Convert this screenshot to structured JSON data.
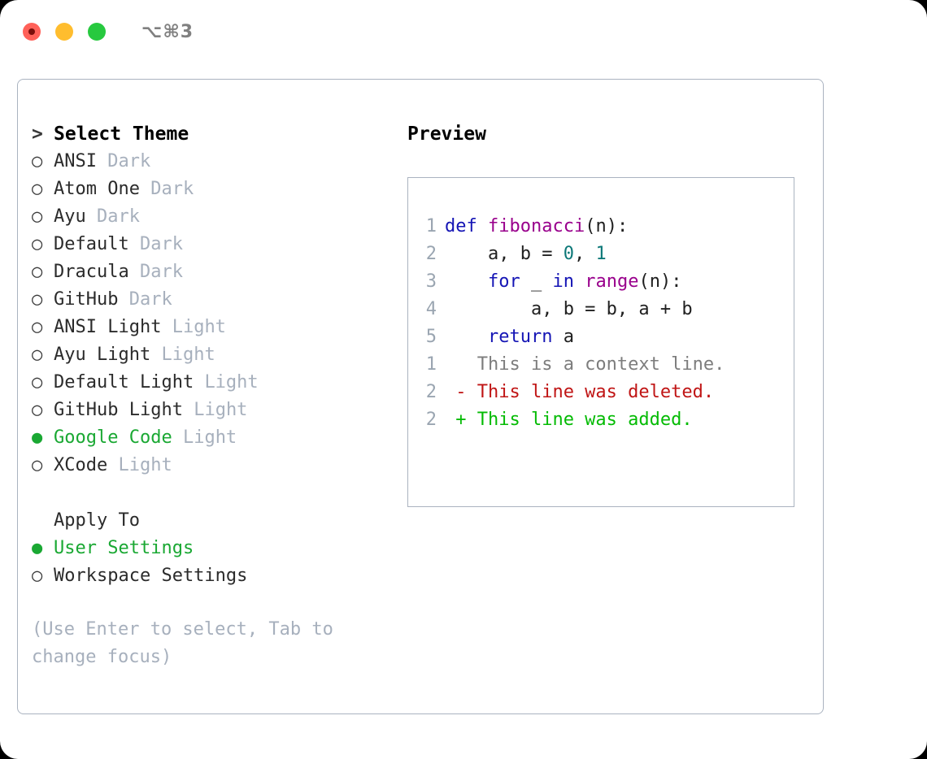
{
  "window": {
    "shortcut": "⌥⌘3",
    "traffic_lights": [
      {
        "name": "close",
        "color": "#ff6159"
      },
      {
        "name": "minimize",
        "color": "#ffbd2e"
      },
      {
        "name": "maximize",
        "color": "#27c93f"
      }
    ]
  },
  "theme_list": {
    "heading_marker": ">",
    "heading": "Select Theme",
    "unselected_marker": "○",
    "selected_marker": "●",
    "items": [
      {
        "name": "ANSI",
        "variant": "Dark",
        "selected": false
      },
      {
        "name": "Atom One",
        "variant": "Dark",
        "selected": false
      },
      {
        "name": "Ayu",
        "variant": "Dark",
        "selected": false
      },
      {
        "name": "Default",
        "variant": "Dark",
        "selected": false
      },
      {
        "name": "Dracula",
        "variant": "Dark",
        "selected": false
      },
      {
        "name": "GitHub",
        "variant": "Dark",
        "selected": false
      },
      {
        "name": "ANSI Light",
        "variant": "Light",
        "selected": false
      },
      {
        "name": "Ayu Light",
        "variant": "Light",
        "selected": false
      },
      {
        "name": "Default Light",
        "variant": "Light",
        "selected": false
      },
      {
        "name": "GitHub Light",
        "variant": "Light",
        "selected": false
      },
      {
        "name": "Google Code",
        "variant": "Light",
        "selected": true
      },
      {
        "name": "XCode",
        "variant": "Light",
        "selected": false
      }
    ]
  },
  "apply_to": {
    "heading": "Apply To",
    "items": [
      {
        "name": "User Settings",
        "selected": true
      },
      {
        "name": "Workspace Settings",
        "selected": false
      }
    ]
  },
  "hint": "(Use Enter to select, Tab to change focus)",
  "preview": {
    "title": "Preview",
    "code_lines": [
      {
        "num": "1",
        "tokens": [
          {
            "t": "def",
            "c": "kw"
          },
          {
            "t": " ",
            "c": "pl"
          },
          {
            "t": "fibonacci",
            "c": "fn"
          },
          {
            "t": "(n):",
            "c": "pl"
          }
        ]
      },
      {
        "num": "2",
        "tokens": [
          {
            "t": "    a, b = ",
            "c": "pl"
          },
          {
            "t": "0",
            "c": "num"
          },
          {
            "t": ", ",
            "c": "pl"
          },
          {
            "t": "1",
            "c": "num"
          }
        ]
      },
      {
        "num": "3",
        "tokens": [
          {
            "t": "    ",
            "c": "pl"
          },
          {
            "t": "for",
            "c": "kw"
          },
          {
            "t": " _ ",
            "c": "pl"
          },
          {
            "t": "in",
            "c": "kw"
          },
          {
            "t": " ",
            "c": "pl"
          },
          {
            "t": "range",
            "c": "fn"
          },
          {
            "t": "(n):",
            "c": "pl"
          }
        ]
      },
      {
        "num": "4",
        "tokens": [
          {
            "t": "        a, b = b, a + b",
            "c": "pl"
          }
        ]
      },
      {
        "num": "5",
        "tokens": [
          {
            "t": "    ",
            "c": "pl"
          },
          {
            "t": "return",
            "c": "kw"
          },
          {
            "t": " a",
            "c": "pl"
          }
        ]
      }
    ],
    "diff_lines": [
      {
        "num": "1",
        "sign": " ",
        "text": "This is a context line.",
        "kind": "d-ctx"
      },
      {
        "num": "2",
        "sign": "-",
        "text": "This line was deleted.",
        "kind": "d-del"
      },
      {
        "num": "2",
        "sign": "+",
        "text": "This line was added.",
        "kind": "d-add"
      }
    ]
  },
  "colors": {
    "selected_green": "#1aa833",
    "variant_gray": "#a7b0bd",
    "border": "#aab3c0",
    "keyword_blue": "#1515b5",
    "function_purple": "#99008c",
    "number_teal": "#0d7878",
    "diff_add": "#04bb04",
    "diff_del": "#c01515",
    "diff_ctx": "#7d7d7d"
  }
}
